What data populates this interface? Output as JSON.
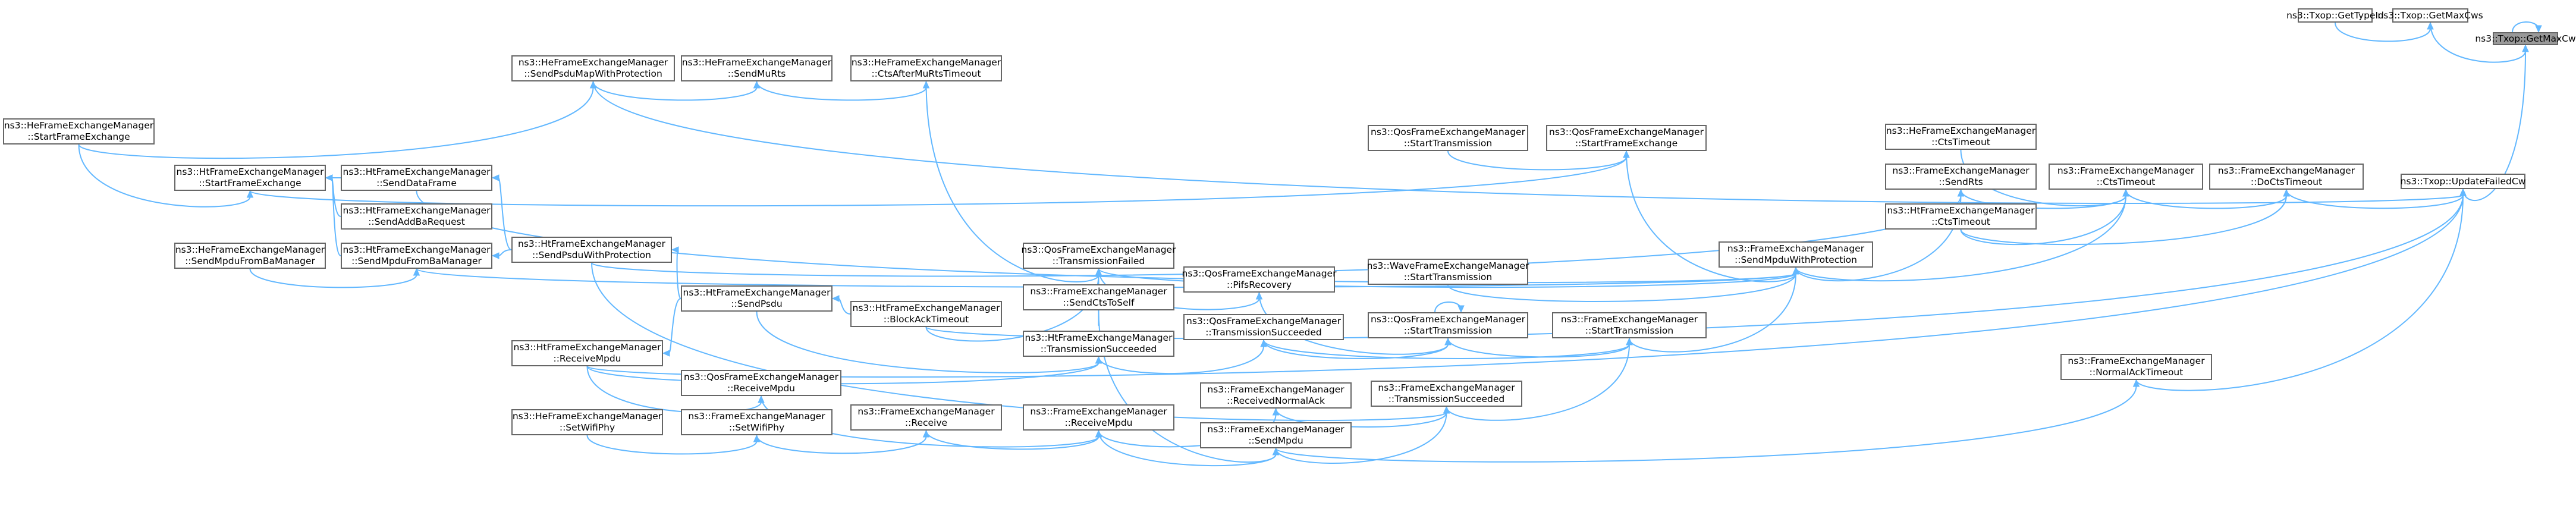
{
  "colors": {
    "edge": "#63b8ff",
    "node_border": "#666666",
    "focus_fill": "#999999"
  },
  "nodes": [
    {
      "id": "getmaxcw",
      "label": "ns3::Txop::GetMaxCw",
      "focus": true
    },
    {
      "id": "getmaxcws",
      "label": "ns3::Txop::GetMaxCws"
    },
    {
      "id": "gettypeid",
      "label": "ns3::Txop::GetTypeId"
    },
    {
      "id": "updatefailedcw",
      "label": "ns3::Txop::UpdateFailedCw"
    },
    {
      "id": "docftstimeout",
      "label": "ns3::FrameExchangeManager\n::DoCtsTimeout"
    },
    {
      "id": "normalacktimeout",
      "label": "ns3::FrameExchangeManager\n::NormalAckTimeout"
    },
    {
      "id": "fem_ctstimeout",
      "label": "ns3::FrameExchangeManager\n::CtsTimeout"
    },
    {
      "id": "he_ctstimeout",
      "label": "ns3::HeFrameExchangeManager\n::CtsTimeout"
    },
    {
      "id": "ht_ctstimeout",
      "label": "ns3::HtFrameExchangeManager\n::CtsTimeout"
    },
    {
      "id": "sendrts",
      "label": "ns3::FrameExchangeManager\n::SendRts"
    },
    {
      "id": "sendmpduwithprot",
      "label": "ns3::FrameExchangeManager\n::SendMpduWithProtection"
    },
    {
      "id": "qos_startframeexchange",
      "label": "ns3::QosFrameExchangeManager\n::StartFrameExchange"
    },
    {
      "id": "qos_starttx_top",
      "label": "ns3::QosFrameExchangeManager\n::StartTransmission"
    },
    {
      "id": "wave_starttx",
      "label": "ns3::WaveFrameExchangeManager\n::StartTransmission"
    },
    {
      "id": "fem_starttx",
      "label": "ns3::FrameExchangeManager\n::StartTransmission"
    },
    {
      "id": "qos_starttx_mid",
      "label": "ns3::QosFrameExchangeManager\n::StartTransmission"
    },
    {
      "id": "fem_txsucceeded",
      "label": "ns3::FrameExchangeManager\n::TransmissionSucceeded"
    },
    {
      "id": "receivednormalack",
      "label": "ns3::FrameExchangeManager\n::ReceivedNormalAck"
    },
    {
      "id": "sendmpdu",
      "label": "ns3::FrameExchangeManager\n::SendMpdu"
    },
    {
      "id": "pifsrecovery",
      "label": "ns3::QosFrameExchangeManager\n::PifsRecovery"
    },
    {
      "id": "qos_txsucceeded",
      "label": "ns3::QosFrameExchangeManager\n::TransmissionSucceeded"
    },
    {
      "id": "qos_txfailed",
      "label": "ns3::QosFrameExchangeManager\n::TransmissionFailed"
    },
    {
      "id": "sendctstoself",
      "label": "ns3::FrameExchangeManager\n::SendCtsToSelf"
    },
    {
      "id": "ht_txsucceeded",
      "label": "ns3::HtFrameExchangeManager\n::TransmissionSucceeded"
    },
    {
      "id": "fem_receivempdu",
      "label": "ns3::FrameExchangeManager\n::ReceiveMpdu"
    },
    {
      "id": "fem_receive",
      "label": "ns3::FrameExchangeManager\n::Receive"
    },
    {
      "id": "fem_setwifiphy",
      "label": "ns3::FrameExchangeManager\n::SetWifiPhy"
    },
    {
      "id": "he_setwifiphy",
      "label": "ns3::HeFrameExchangeManager\n::SetWifiPhy"
    },
    {
      "id": "qos_receivempdu",
      "label": "ns3::QosFrameExchangeManager\n::ReceiveMpdu"
    },
    {
      "id": "ht_receivempdu",
      "label": "ns3::HtFrameExchangeManager\n::ReceiveMpdu"
    },
    {
      "id": "ctsaftermuttstimeout",
      "label": "ns3::HeFrameExchangeManager\n::CtsAfterMuRtsTimeout"
    },
    {
      "id": "sendmurts",
      "label": "ns3::HeFrameExchangeManager\n::SendMuRts"
    },
    {
      "id": "sendpsdumapwithprot",
      "label": "ns3::HeFrameExchangeManager\n::SendPsduMapWithProtection"
    },
    {
      "id": "he_startframeexchange",
      "label": "ns3::HeFrameExchangeManager\n::StartFrameExchange"
    },
    {
      "id": "ht_startframeexchange",
      "label": "ns3::HtFrameExchangeManager\n::StartFrameExchange"
    },
    {
      "id": "senddataframe",
      "label": "ns3::HtFrameExchangeManager\n::SendDataFrame"
    },
    {
      "id": "sendaddbarequest",
      "label": "ns3::HtFrameExchangeManager\n::SendAddBaRequest"
    },
    {
      "id": "sendpsduwithprot",
      "label": "ns3::HtFrameExchangeManager\n::SendPsduWithProtection"
    },
    {
      "id": "sendmpdufrombamanager",
      "label": "ns3::HtFrameExchangeManager\n::SendMpduFromBaManager"
    },
    {
      "id": "he_sendmpdufrombamanager",
      "label": "ns3::HeFrameExchangeManager\n::SendMpduFromBaManager"
    },
    {
      "id": "sendpsdu",
      "label": "ns3::HtFrameExchangeManager\n::SendPsdu"
    },
    {
      "id": "blockacktimeout",
      "label": "ns3::HtFrameExchangeManager\n::BlockAckTimeout"
    }
  ],
  "edges": [
    [
      "getmaxcws",
      "getmaxcw"
    ],
    [
      "gettypeid",
      "getmaxcws"
    ],
    [
      "getmaxcw",
      "getmaxcw"
    ],
    [
      "updatefailedcw",
      "getmaxcw"
    ],
    [
      "docftstimeout",
      "updatefailedcw"
    ],
    [
      "normalacktimeout",
      "updatefailedcw"
    ],
    [
      "fem_ctstimeout",
      "docftstimeout"
    ],
    [
      "he_ctstimeout",
      "fem_ctstimeout"
    ],
    [
      "ht_ctstimeout",
      "fem_ctstimeout"
    ],
    [
      "ht_ctstimeout",
      "docftstimeout"
    ],
    [
      "sendrts",
      "fem_ctstimeout"
    ],
    [
      "sendmpduwithprot",
      "sendrts"
    ],
    [
      "sendmpduwithprot",
      "fem_ctstimeout"
    ],
    [
      "qos_startframeexchange",
      "sendmpduwithprot"
    ],
    [
      "qos_starttx_top",
      "qos_startframeexchange"
    ],
    [
      "wave_starttx",
      "sendmpduwithprot"
    ],
    [
      "fem_starttx",
      "sendmpduwithprot"
    ],
    [
      "qos_starttx_mid",
      "fem_starttx"
    ],
    [
      "qos_starttx_mid",
      "qos_starttx_mid"
    ],
    [
      "fem_txsucceeded",
      "fem_starttx"
    ],
    [
      "receivednormalack",
      "fem_txsucceeded"
    ],
    [
      "sendmpdu",
      "fem_txsucceeded"
    ],
    [
      "sendmpdu",
      "normalacktimeout"
    ],
    [
      "pifsrecovery",
      "qos_starttx_mid"
    ],
    [
      "qos_txsucceeded",
      "qos_starttx_mid"
    ],
    [
      "qos_txsucceeded",
      "fem_starttx"
    ],
    [
      "qos_txfailed",
      "pifsrecovery"
    ],
    [
      "qos_txfailed",
      "sendmpduwithprot"
    ],
    [
      "sendctstoself",
      "qos_txfailed"
    ],
    [
      "sendctstoself",
      "sendmpdu"
    ],
    [
      "ht_txsucceeded",
      "qos_txsucceeded"
    ],
    [
      "fem_receivempdu",
      "receivednormalack"
    ],
    [
      "fem_receivempdu",
      "sendmpdu"
    ],
    [
      "fem_receive",
      "fem_receivempdu"
    ],
    [
      "fem_setwifiphy",
      "fem_receive"
    ],
    [
      "he_setwifiphy",
      "fem_setwifiphy"
    ],
    [
      "qos_receivempdu",
      "fem_receivempdu"
    ],
    [
      "ht_receivempdu",
      "qos_receivempdu"
    ],
    [
      "ht_receivempdu",
      "ht_txsucceeded"
    ],
    [
      "ht_receivempdu",
      "updatefailedcw"
    ],
    [
      "ctsaftermuttstimeout",
      "qos_txfailed"
    ],
    [
      "sendmurts",
      "ctsaftermuttstimeout"
    ],
    [
      "sendpsdumapwithprot",
      "sendmurts"
    ],
    [
      "sendpsdumapwithprot",
      "updatefailedcw"
    ],
    [
      "he_startframeexchange",
      "sendpsdumapwithprot"
    ],
    [
      "he_startframeexchange",
      "ht_startframeexchange"
    ],
    [
      "ht_startframeexchange",
      "qos_startframeexchange"
    ],
    [
      "senddataframe",
      "ht_startframeexchange"
    ],
    [
      "senddataframe",
      "sendmpduwithprot"
    ],
    [
      "sendaddbarequest",
      "ht_startframeexchange"
    ],
    [
      "sendpsduwithprot",
      "senddataframe"
    ],
    [
      "sendpsduwithprot",
      "sendmpdufrombamanager"
    ],
    [
      "sendpsduwithprot",
      "sendrts"
    ],
    [
      "sendpsduwithprot",
      "fem_txsucceeded"
    ],
    [
      "sendmpdufrombamanager",
      "ht_startframeexchange"
    ],
    [
      "sendmpdufrombamanager",
      "sendmpduwithprot"
    ],
    [
      "he_sendmpdufrombamanager",
      "sendmpdufrombamanager"
    ],
    [
      "sendpsdu",
      "sendpsduwithprot"
    ],
    [
      "sendpsdu",
      "ht_receivempdu"
    ],
    [
      "sendpsdu",
      "ht_txsucceeded"
    ],
    [
      "blockacktimeout",
      "sendpsdu"
    ],
    [
      "blockacktimeout",
      "qos_txfailed"
    ],
    [
      "blockacktimeout",
      "updatefailedcw"
    ]
  ]
}
